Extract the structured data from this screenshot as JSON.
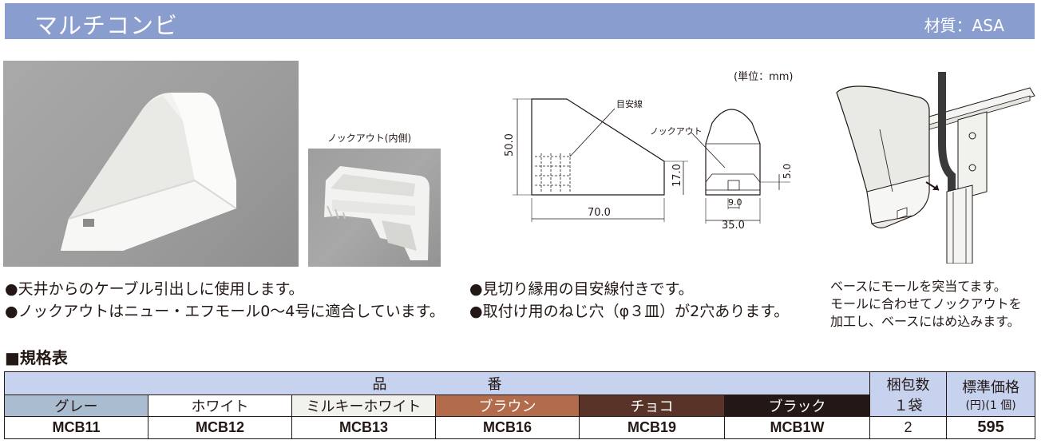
{
  "header": {
    "title": "マルチコンビ",
    "material": "材質：ASA"
  },
  "knockout_photo_label": "ノックアウト(内側)",
  "drawing": {
    "unit": "(単位：mm)",
    "label_guide": "目安線",
    "label_knockout": "ノックアウト",
    "dim_height": "50.0",
    "dim_length": "70.0",
    "dim_front": "17.0",
    "dim_notch_w": "9.0",
    "dim_width": "35.0",
    "dim_notch_h": "5.0"
  },
  "features": [
    "●天井からのケーブル引出しに使用します。",
    "●ノックアウトはニュー・エフモール0～4号に適合しています。",
    "●見切り縁用の目安線付きです。",
    "●取付け用のねじ穴（φ３皿）が2穴あります。"
  ],
  "install_note": [
    "ベースにモールを突当てます。",
    "モールに合わせてノックアウトを",
    "加工し、ベースにはめ込みます。"
  ],
  "spec": {
    "title": "■規格表",
    "header_product": "品　　　　　　　番",
    "header_pack_1": "梱包数",
    "header_pack_2": "１袋",
    "header_price_1": "標準価格",
    "header_price_2": "(円)(1 個)",
    "colors": [
      {
        "name": "グレー",
        "code": "MCB11",
        "swatch": "#a9bcd0"
      },
      {
        "name": "ホワイト",
        "code": "MCB12",
        "swatch": "#ffffff"
      },
      {
        "name": "ミルキーホワイト",
        "code": "MCB13",
        "swatch": "#f1f1ee"
      },
      {
        "name": "ブラウン",
        "code": "MCB16",
        "swatch": "#b26b4b"
      },
      {
        "name": "チョコ",
        "code": "MCB19",
        "swatch": "#5a3328"
      },
      {
        "name": "ブラック",
        "code": "MCB1W",
        "swatch": "#231815"
      }
    ],
    "pack": "2",
    "price": "595"
  },
  "colors": {
    "header_bg": "#8a9dcf",
    "table_header_bg": "#c7d3ee"
  }
}
